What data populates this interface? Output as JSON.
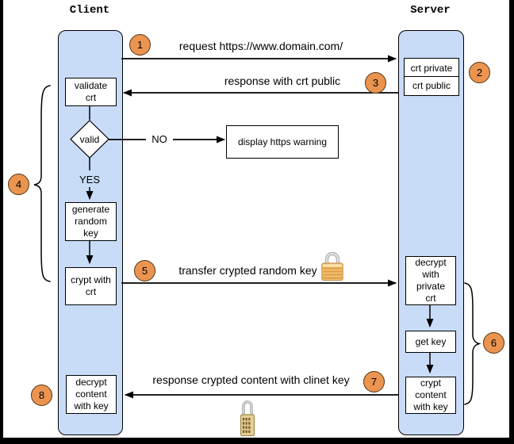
{
  "diagram": {
    "actors": {
      "client": "Client",
      "server": "Server"
    },
    "client_nodes": {
      "validate": "validate\ncrt",
      "decision": "valid",
      "decision_yes": "YES",
      "decision_no": "NO",
      "warning": "display https warning",
      "generate": "generate\nrandom\nkey",
      "crypt": "crypt with\ncrt",
      "decrypt_content": "decrypt\ncontent\nwith key"
    },
    "server_nodes": {
      "crt_private": "crt private",
      "crt_public": "crt public",
      "decrypt_private": "decrypt\nwith\nprivate\ncrt",
      "get_key": "get key",
      "crypt_content": "crypt\ncontent\nwith key"
    },
    "messages": {
      "request": "request https://www.domain.com/",
      "response_public": "response with crt public",
      "transfer_key": "transfer crypted random key",
      "response_content": "response crypted content with clinet key"
    },
    "steps": {
      "s1": "1",
      "s2": "2",
      "s3": "3",
      "s4": "4",
      "s5": "5",
      "s6": "6",
      "s7": "7",
      "s8": "8"
    },
    "icons": {
      "closed_padlock": "gold-padlock-icon",
      "combination_lock": "combination-lock-icon"
    },
    "colors": {
      "lifeline_fill": "#C8DCF8",
      "step_fill": "#EB9450",
      "step_border": "#523413",
      "line": "#000000",
      "background": "#FFFFFF",
      "frame": "#000000"
    }
  }
}
